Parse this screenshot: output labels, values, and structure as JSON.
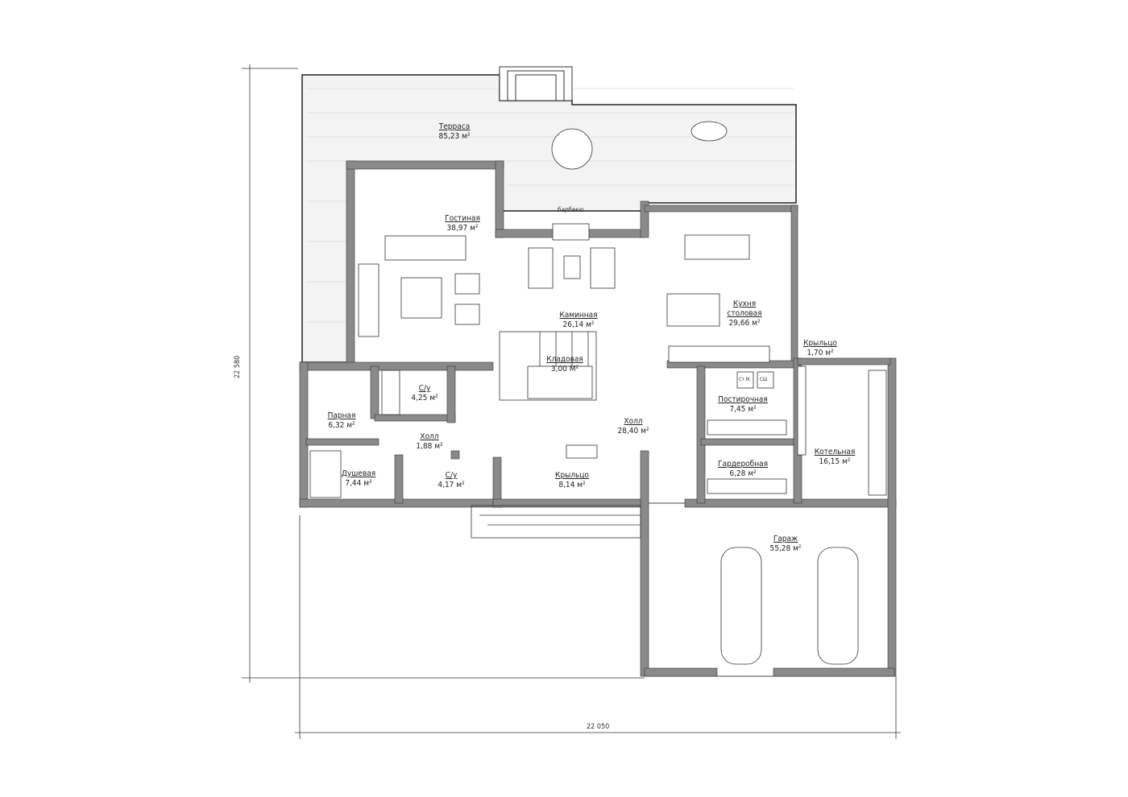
{
  "dimensions": {
    "height": "22 580",
    "width": "22 050"
  },
  "rooms": [
    {
      "name": "Терраса",
      "area": "85,23 м²"
    },
    {
      "name": "Гостиная",
      "area": "38,97 м²"
    },
    {
      "name": "Каминная",
      "area": "26,14 м²"
    },
    {
      "name": "Кухня столовая",
      "area": "29,66 м²"
    },
    {
      "name": "Крыльцо",
      "area": "1,70 м²"
    },
    {
      "name": "Кладовая",
      "area": "3,00 М²"
    },
    {
      "name": "Постирочная",
      "area": "7,45 м²"
    },
    {
      "name": "С/у",
      "area": "4,25 м²"
    },
    {
      "name": "Парная",
      "area": "6,32 м²"
    },
    {
      "name": "Холл",
      "area": "1,88 м²"
    },
    {
      "name": "Холл",
      "area": "28,40 м²"
    },
    {
      "name": "Душевая",
      "area": "7,44 м²"
    },
    {
      "name": "С/у",
      "area": "4,17 м²"
    },
    {
      "name": "Крыльцо",
      "area": "8,14 м²"
    },
    {
      "name": "Гардеробная",
      "area": "6,28 м²"
    },
    {
      "name": "Котельная",
      "area": "16,15 м²"
    },
    {
      "name": "Гараж",
      "area": "55,28 м²"
    }
  ],
  "annotations": {
    "bbq": "барбекю",
    "washer": "Ст.М.",
    "dryer": "СШ"
  }
}
